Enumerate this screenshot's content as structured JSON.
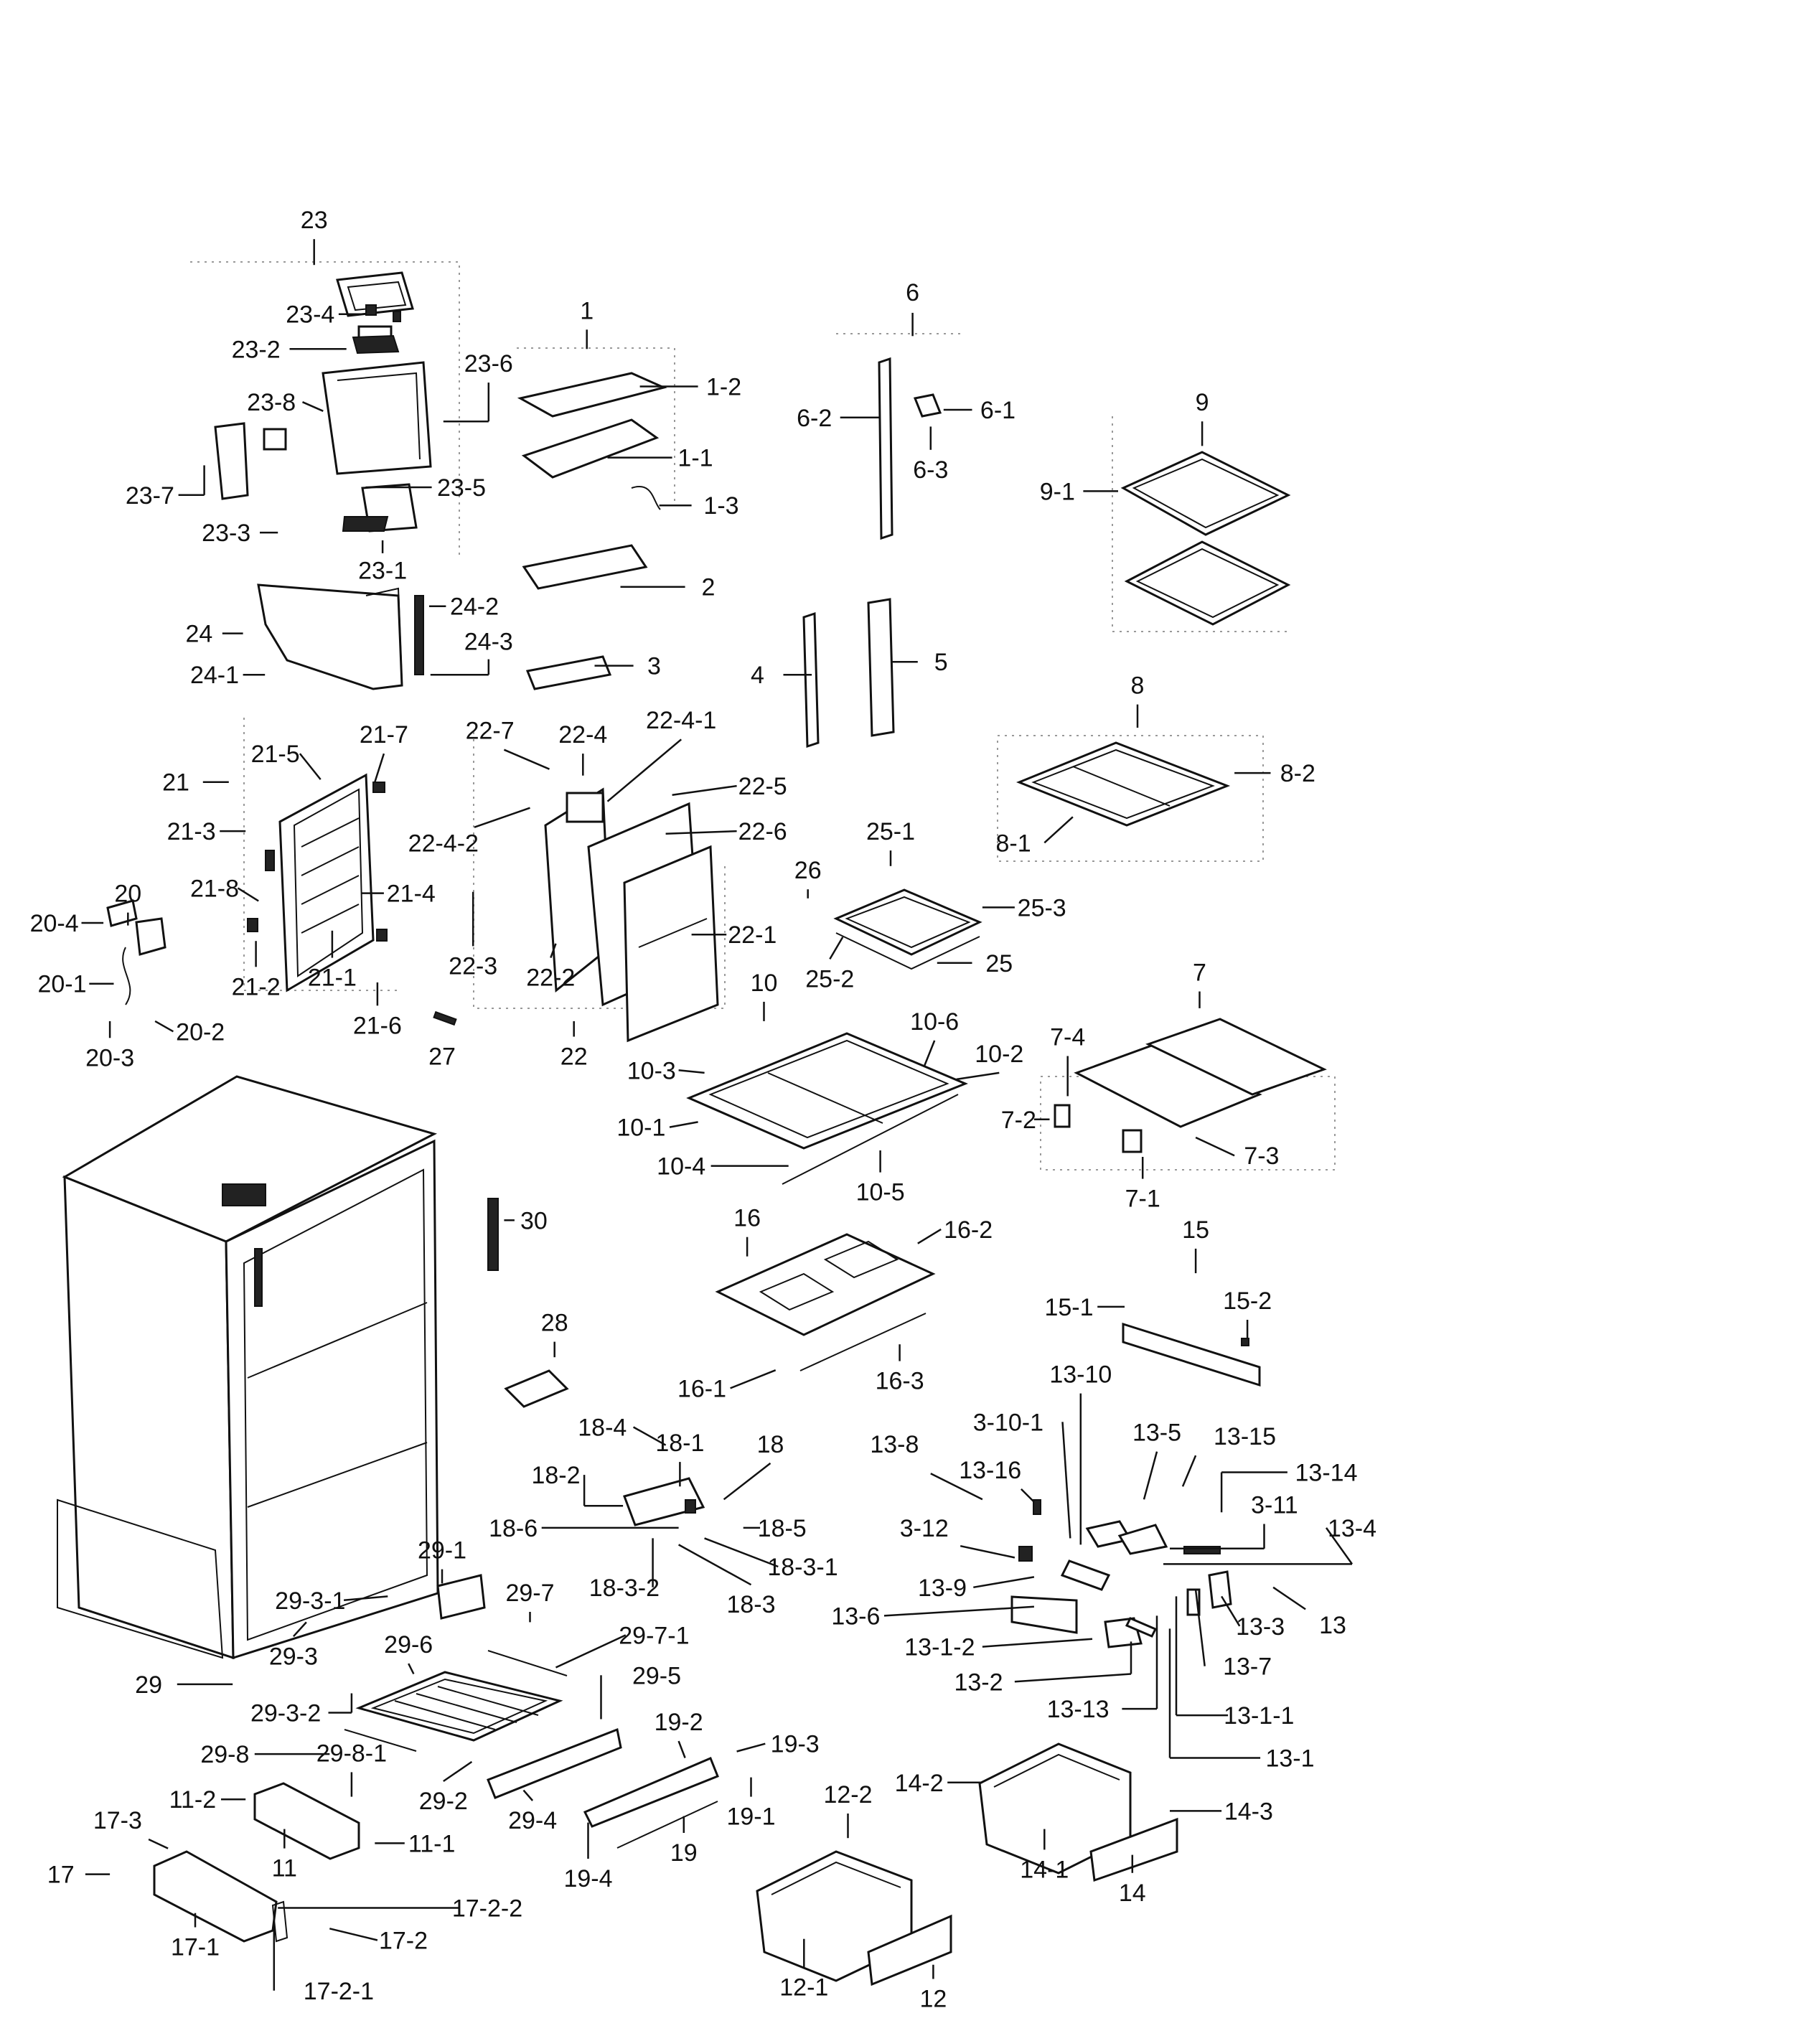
{
  "diagram": {
    "labels": [
      "23",
      "23-4",
      "23-2",
      "23-6",
      "23-8",
      "23-7",
      "23-5",
      "23-3",
      "23-1",
      "24",
      "24-2",
      "24-3",
      "24-1",
      "1",
      "1-2",
      "1-1",
      "1-3",
      "2",
      "3",
      "6",
      "6-1",
      "6-2",
      "6-3",
      "4",
      "5",
      "9",
      "9-1",
      "8",
      "8-2",
      "8-1",
      "21",
      "21-5",
      "21-7",
      "21-3",
      "21-8",
      "21-4",
      "21-2",
      "21-1",
      "21-6",
      "20",
      "20-4",
      "20-1",
      "20-2",
      "20-3",
      "22",
      "22-7",
      "22-4",
      "22-4-1",
      "22-5",
      "22-4-2",
      "22-6",
      "22-3",
      "22-2",
      "22-1",
      "26",
      "25-1",
      "25-3",
      "25",
      "25-2",
      "27",
      "10",
      "10-6",
      "10-2",
      "10-3",
      "10-1",
      "10-4",
      "10-5",
      "7",
      "7-4",
      "7-2",
      "7-3",
      "7-1",
      "30",
      "28",
      "16",
      "16-2",
      "16-1",
      "16-3",
      "15",
      "15-1",
      "15-2",
      "18-4",
      "18-1",
      "18",
      "18-2",
      "18-6",
      "18-5",
      "18-3-1",
      "18-3-2",
      "18-3",
      "13-10",
      "3-10-1",
      "13-5",
      "13-15",
      "13-8",
      "13-16",
      "13-14",
      "3-11",
      "13-4",
      "3-12",
      "13-9",
      "13",
      "13-3",
      "13-6",
      "13-7",
      "13-1-2",
      "13-2",
      "13-13",
      "13-1-1",
      "13-1",
      "29-1",
      "29-3-1",
      "29-7",
      "29-7-1",
      "29-3",
      "29-6",
      "29",
      "29-5",
      "29-3-2",
      "19-2",
      "19-3",
      "29-8",
      "29-8-1",
      "29-2",
      "14-2",
      "14-3",
      "12-2",
      "11-2",
      "19-1",
      "29-4",
      "11-1",
      "14-1",
      "14",
      "17-3",
      "11",
      "19",
      "19-4",
      "17",
      "17-2-2",
      "17-1",
      "17-2",
      "12-1",
      "12",
      "17-2-1"
    ]
  }
}
